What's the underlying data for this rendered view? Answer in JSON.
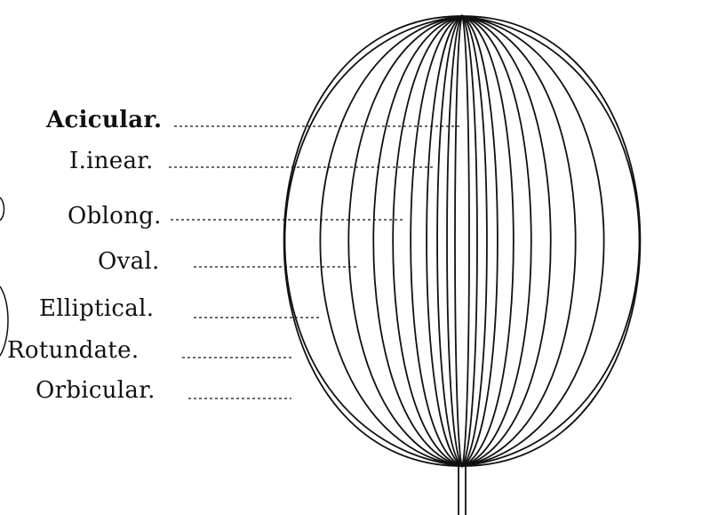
{
  "diagram": {
    "labels": [
      "Acicular.",
      "I.inear.",
      "Oblong.",
      "Oval.",
      "Elliptical.",
      "Rotundate.",
      "Orbicular."
    ]
  },
  "colors": {
    "ink": "#111111",
    "paper": "#ffffff"
  }
}
